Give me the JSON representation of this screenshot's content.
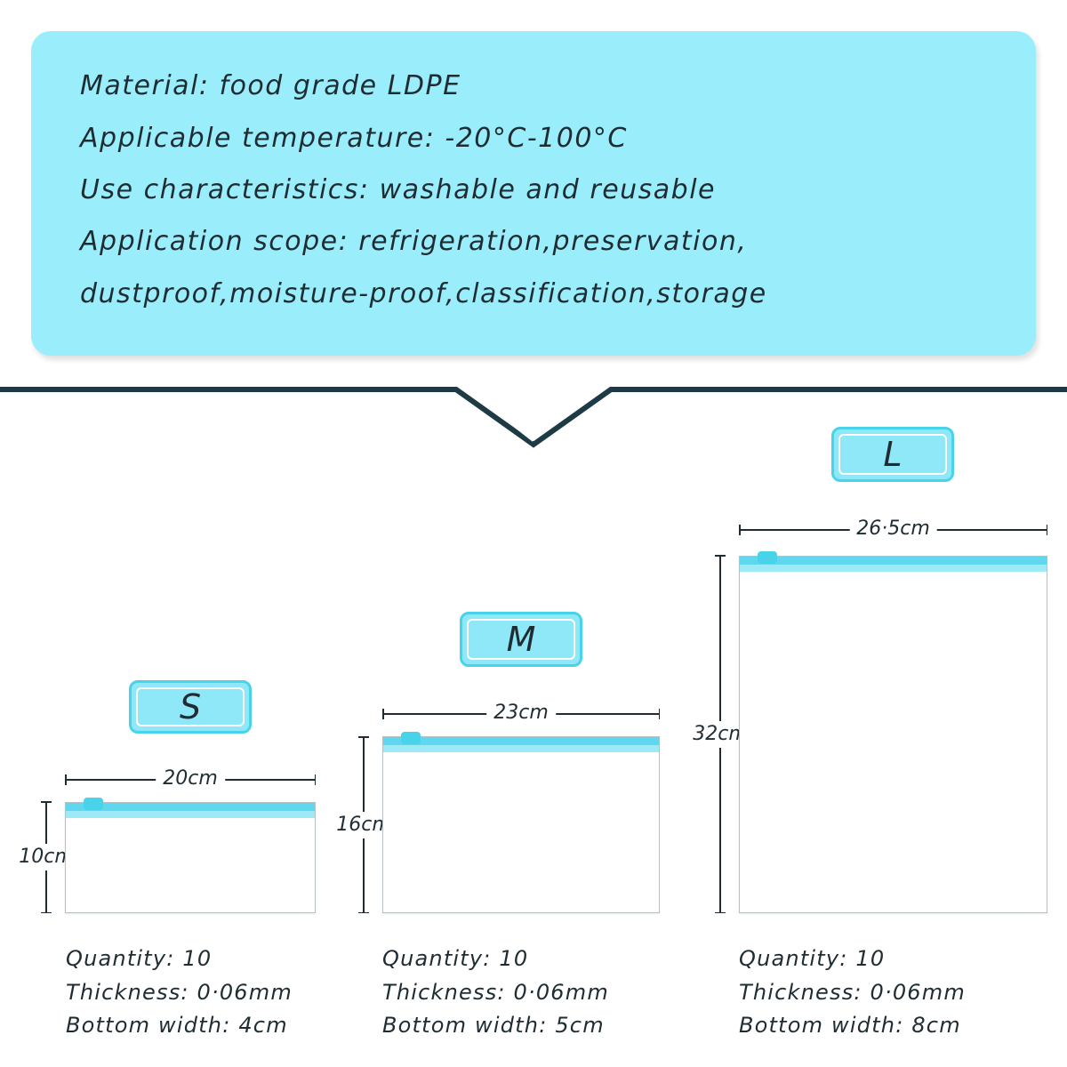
{
  "info": {
    "material": "Material: food grade LDPE",
    "temperature": "Applicable temperature: -20°C-100°C",
    "use": "Use characteristics: washable and reusable",
    "scope_line1": "Application scope: refrigeration,preservation,",
    "scope_line2": "dustproof,moisture-proof,classification,storage"
  },
  "colors": {
    "card_bg": "#9aeefc",
    "zipper": "#5fd8ef",
    "tag_border": "#49d3ea",
    "ink": "#1f2d33"
  },
  "icons": {
    "divider": "chevron-down-divider-icon"
  },
  "sizes": [
    {
      "tag": "S",
      "width_label": "20cm",
      "height_label": "10cm",
      "quantity": "Quantity: 10",
      "thickness": "Thickness: 0·06mm",
      "bottom_width": "Bottom width: 4cm"
    },
    {
      "tag": "M",
      "width_label": "23cm",
      "height_label": "16cm",
      "quantity": "Quantity: 10",
      "thickness": "Thickness: 0·06mm",
      "bottom_width": "Bottom width: 5cm"
    },
    {
      "tag": "L",
      "width_label": "26·5cm",
      "height_label": "32cm",
      "quantity": "Quantity: 10",
      "thickness": "Thickness: 0·06mm",
      "bottom_width": "Bottom width: 8cm"
    }
  ]
}
